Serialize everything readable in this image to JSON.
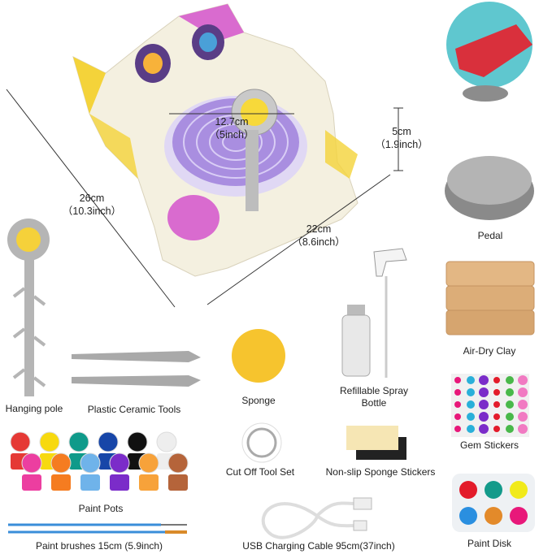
{
  "dimensions": {
    "length": {
      "cm": "26cm",
      "inch": "（10.3inch）"
    },
    "wheel": {
      "cm": "12.7cm",
      "inch": "（5inch）"
    },
    "height": {
      "cm": "5cm",
      "inch": "（1.9inch）"
    },
    "width": {
      "cm": "22cm",
      "inch": "（8.6inch）"
    }
  },
  "items": {
    "pedal": "Pedal",
    "clay": "Air-Dry Clay",
    "hanging_pole": "Hanging pole",
    "tools": "Plastic Ceramic Tools",
    "sponge": "Sponge",
    "spray_line1": "Refillable Spray",
    "spray_line2": "Bottle",
    "gem": "Gem Stickers",
    "cutoff": "Cut Off Tool Set",
    "nonslip": "Non-slip Sponge Stickers",
    "paint_pots": "Paint Pots",
    "brushes": "Paint brushes 15cm (5.9inch)",
    "usb": "USB Charging Cable 95cm(37inch)",
    "paint_disk": "Paint Disk"
  },
  "colors": {
    "pot_colors": [
      "#e53935",
      "#f7d90f",
      "#0f9a8a",
      "#1746a8",
      "#111111",
      "#eeeeee",
      "#ec3ea0",
      "#f57c20",
      "#6fb3ea",
      "#7b2cc9",
      "#f7a23a",
      "#b5643a"
    ],
    "disk_colors": [
      "#e31b2a",
      "#139a8a",
      "#f1ea1a",
      "#2a8fe0",
      "#e38a2a",
      "#e8187a"
    ],
    "wheel_purple": "#a98ee0",
    "cat_pink": "#d96bcf",
    "cat_yellow": "#f4d33a"
  }
}
